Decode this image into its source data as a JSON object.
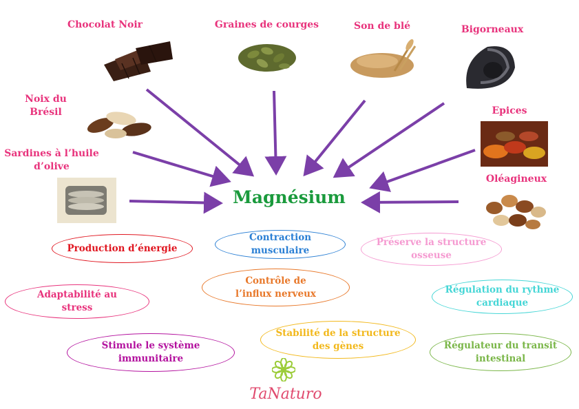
{
  "center": {
    "label": "Magnésium",
    "color": "#1a9a3c"
  },
  "sources": [
    {
      "id": "chocolat",
      "label": "Chocolat Noir"
    },
    {
      "id": "courges",
      "label": "Graines de courges"
    },
    {
      "id": "son",
      "label": "Son de blé"
    },
    {
      "id": "bigorneaux",
      "label": "Bigorneaux"
    },
    {
      "id": "noix",
      "label": "Noix du Brésil"
    },
    {
      "id": "sardines",
      "label": "Sardines à l’huile d’olive"
    },
    {
      "id": "epices",
      "label": "Epices"
    },
    {
      "id": "oleagineux",
      "label": "Oléagineux"
    }
  ],
  "benefits": [
    {
      "id": "energie",
      "line1": "Production d’énergie",
      "line2": "",
      "color": "#e0151f"
    },
    {
      "id": "contraction",
      "line1": "Contraction",
      "line2": "musculaire",
      "color": "#2a7fd4"
    },
    {
      "id": "osseuse",
      "line1": "Préserve la structure",
      "line2": "osseuse",
      "color": "#f59ad1"
    },
    {
      "id": "adaptabilite",
      "line1": "Adaptabilité au",
      "line2": "stress",
      "color": "#e8337c"
    },
    {
      "id": "influx",
      "line1": "Contrôle de",
      "line2": "l’influx nerveux",
      "color": "#e8782a"
    },
    {
      "id": "rythme",
      "line1": "Régulation du rythme",
      "line2": "cardiaque",
      "color": "#45d6d6"
    },
    {
      "id": "immunitaire",
      "line1": "Stimule le système",
      "line2": "immunitaire",
      "color": "#b3119e"
    },
    {
      "id": "genes",
      "line1": "Stabilité de la structure",
      "line2": "des gènes",
      "color": "#f2b81b"
    },
    {
      "id": "transit",
      "line1": "Régulateur du transit",
      "line2": "intestinal",
      "color": "#7ab648"
    }
  ],
  "logo": {
    "text": "TaNaturo"
  },
  "colors": {
    "source_label": "#e8337c",
    "arrow": "#7b3fa8"
  }
}
